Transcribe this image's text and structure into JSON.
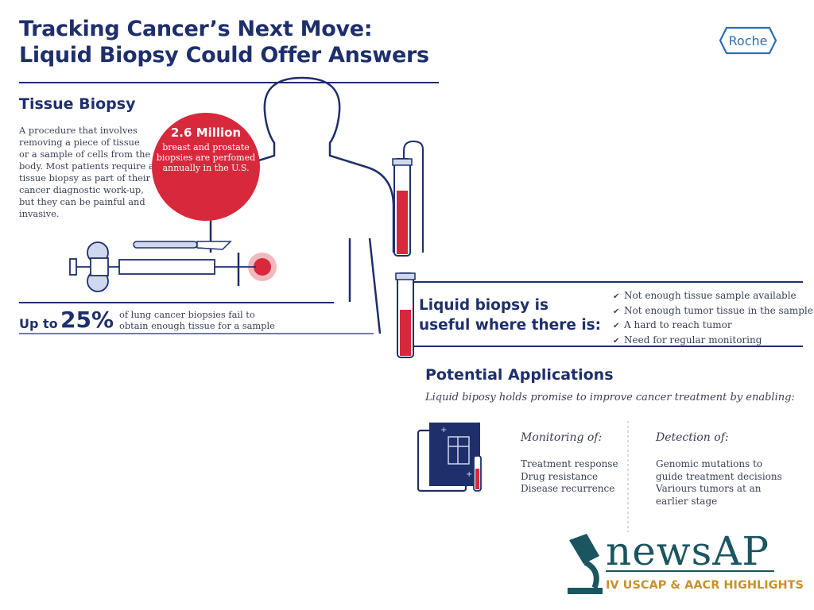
{
  "header": {
    "title_line1": "Tracking Cancer’s Next Move:",
    "title_line2": "Liquid Biopsy Could Offer Answers",
    "brand_logo": "Roche"
  },
  "tissue": {
    "heading": "Tissue Biopsy",
    "description": [
      "A procedure that involves",
      "removing a piece of tissue",
      "or a sample of cells from the",
      "body. Most patients require a",
      "tissue biopsy as part of their",
      "cancer diagnostic work-up,",
      "but they can be painful and",
      "invasive."
    ],
    "stat_value": "2.6 Million",
    "stat_text": [
      "breast and prostate",
      "biopsies are perfomed",
      "annually in the U.S."
    ],
    "fail_prefix": "Up to",
    "fail_value": "25%",
    "fail_text": [
      "of lung cancer biopsies fail to",
      "obtain enough tissue for a sample"
    ]
  },
  "liquid": {
    "heading_line1": "Liquid biopsy is",
    "heading_line2": "useful where there is:",
    "reasons": [
      "Not enough tissue sample available",
      "Not enough tumor tissue in the sample",
      "A hard to reach tumor",
      "Need for regular monitoring"
    ]
  },
  "applications": {
    "heading": "Potential Applications",
    "subtitle": "Liquid biposy holds promise to improve cancer treatment by enabling:",
    "monitoring_title": "Monitoring of:",
    "monitoring_items": [
      "Treatment response",
      "Drug resistance",
      "Disease recurrence"
    ],
    "detection_title": "Detection of:",
    "detection_items": [
      "Genomic mutations to",
      "guide treatment decisions",
      "Variours tumors at an",
      "earlier stage"
    ]
  },
  "footer": {
    "logo_text": "newsAP",
    "tagline": "IV USCAP & AACR HIGHLIGHTS"
  },
  "colors": {
    "navy": "#1e2f6b",
    "red": "#d8283c",
    "teal": "#1a5560",
    "gold": "#c8912e"
  }
}
